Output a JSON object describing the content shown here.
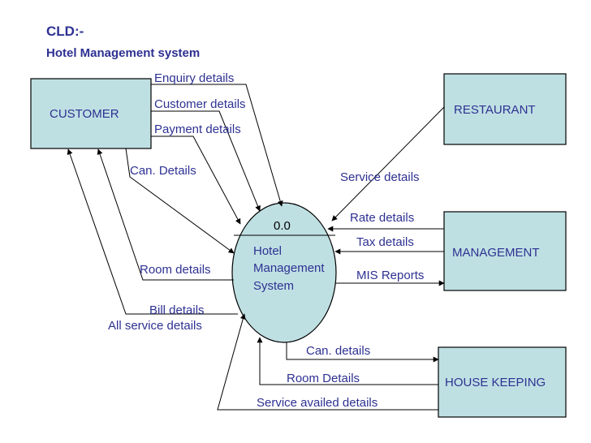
{
  "title": "CLD:-",
  "subtitle": "Hotel Management system",
  "entities": {
    "customer": "CUSTOMER",
    "restaurant": "RESTAURANT",
    "management": "MANAGEMENT",
    "housekeeping": "HOUSE KEEPING"
  },
  "process": {
    "id": "0.0",
    "name_lines": [
      "Hotel",
      "Management",
      "System"
    ]
  },
  "flows": {
    "enquiry": "Enquiry details",
    "customer_details": "Customer details",
    "payment": "Payment details",
    "can_cust": "Can. Details",
    "room_cust": "Room details",
    "bill": "Bill details",
    "all_service": "All service details",
    "service": "Service details",
    "rate": "Rate details",
    "tax": "Tax details",
    "mis": "MIS Reports",
    "can_hk": "Can. details",
    "room_hk": "Room Details",
    "service_availed": "Service availed details"
  }
}
